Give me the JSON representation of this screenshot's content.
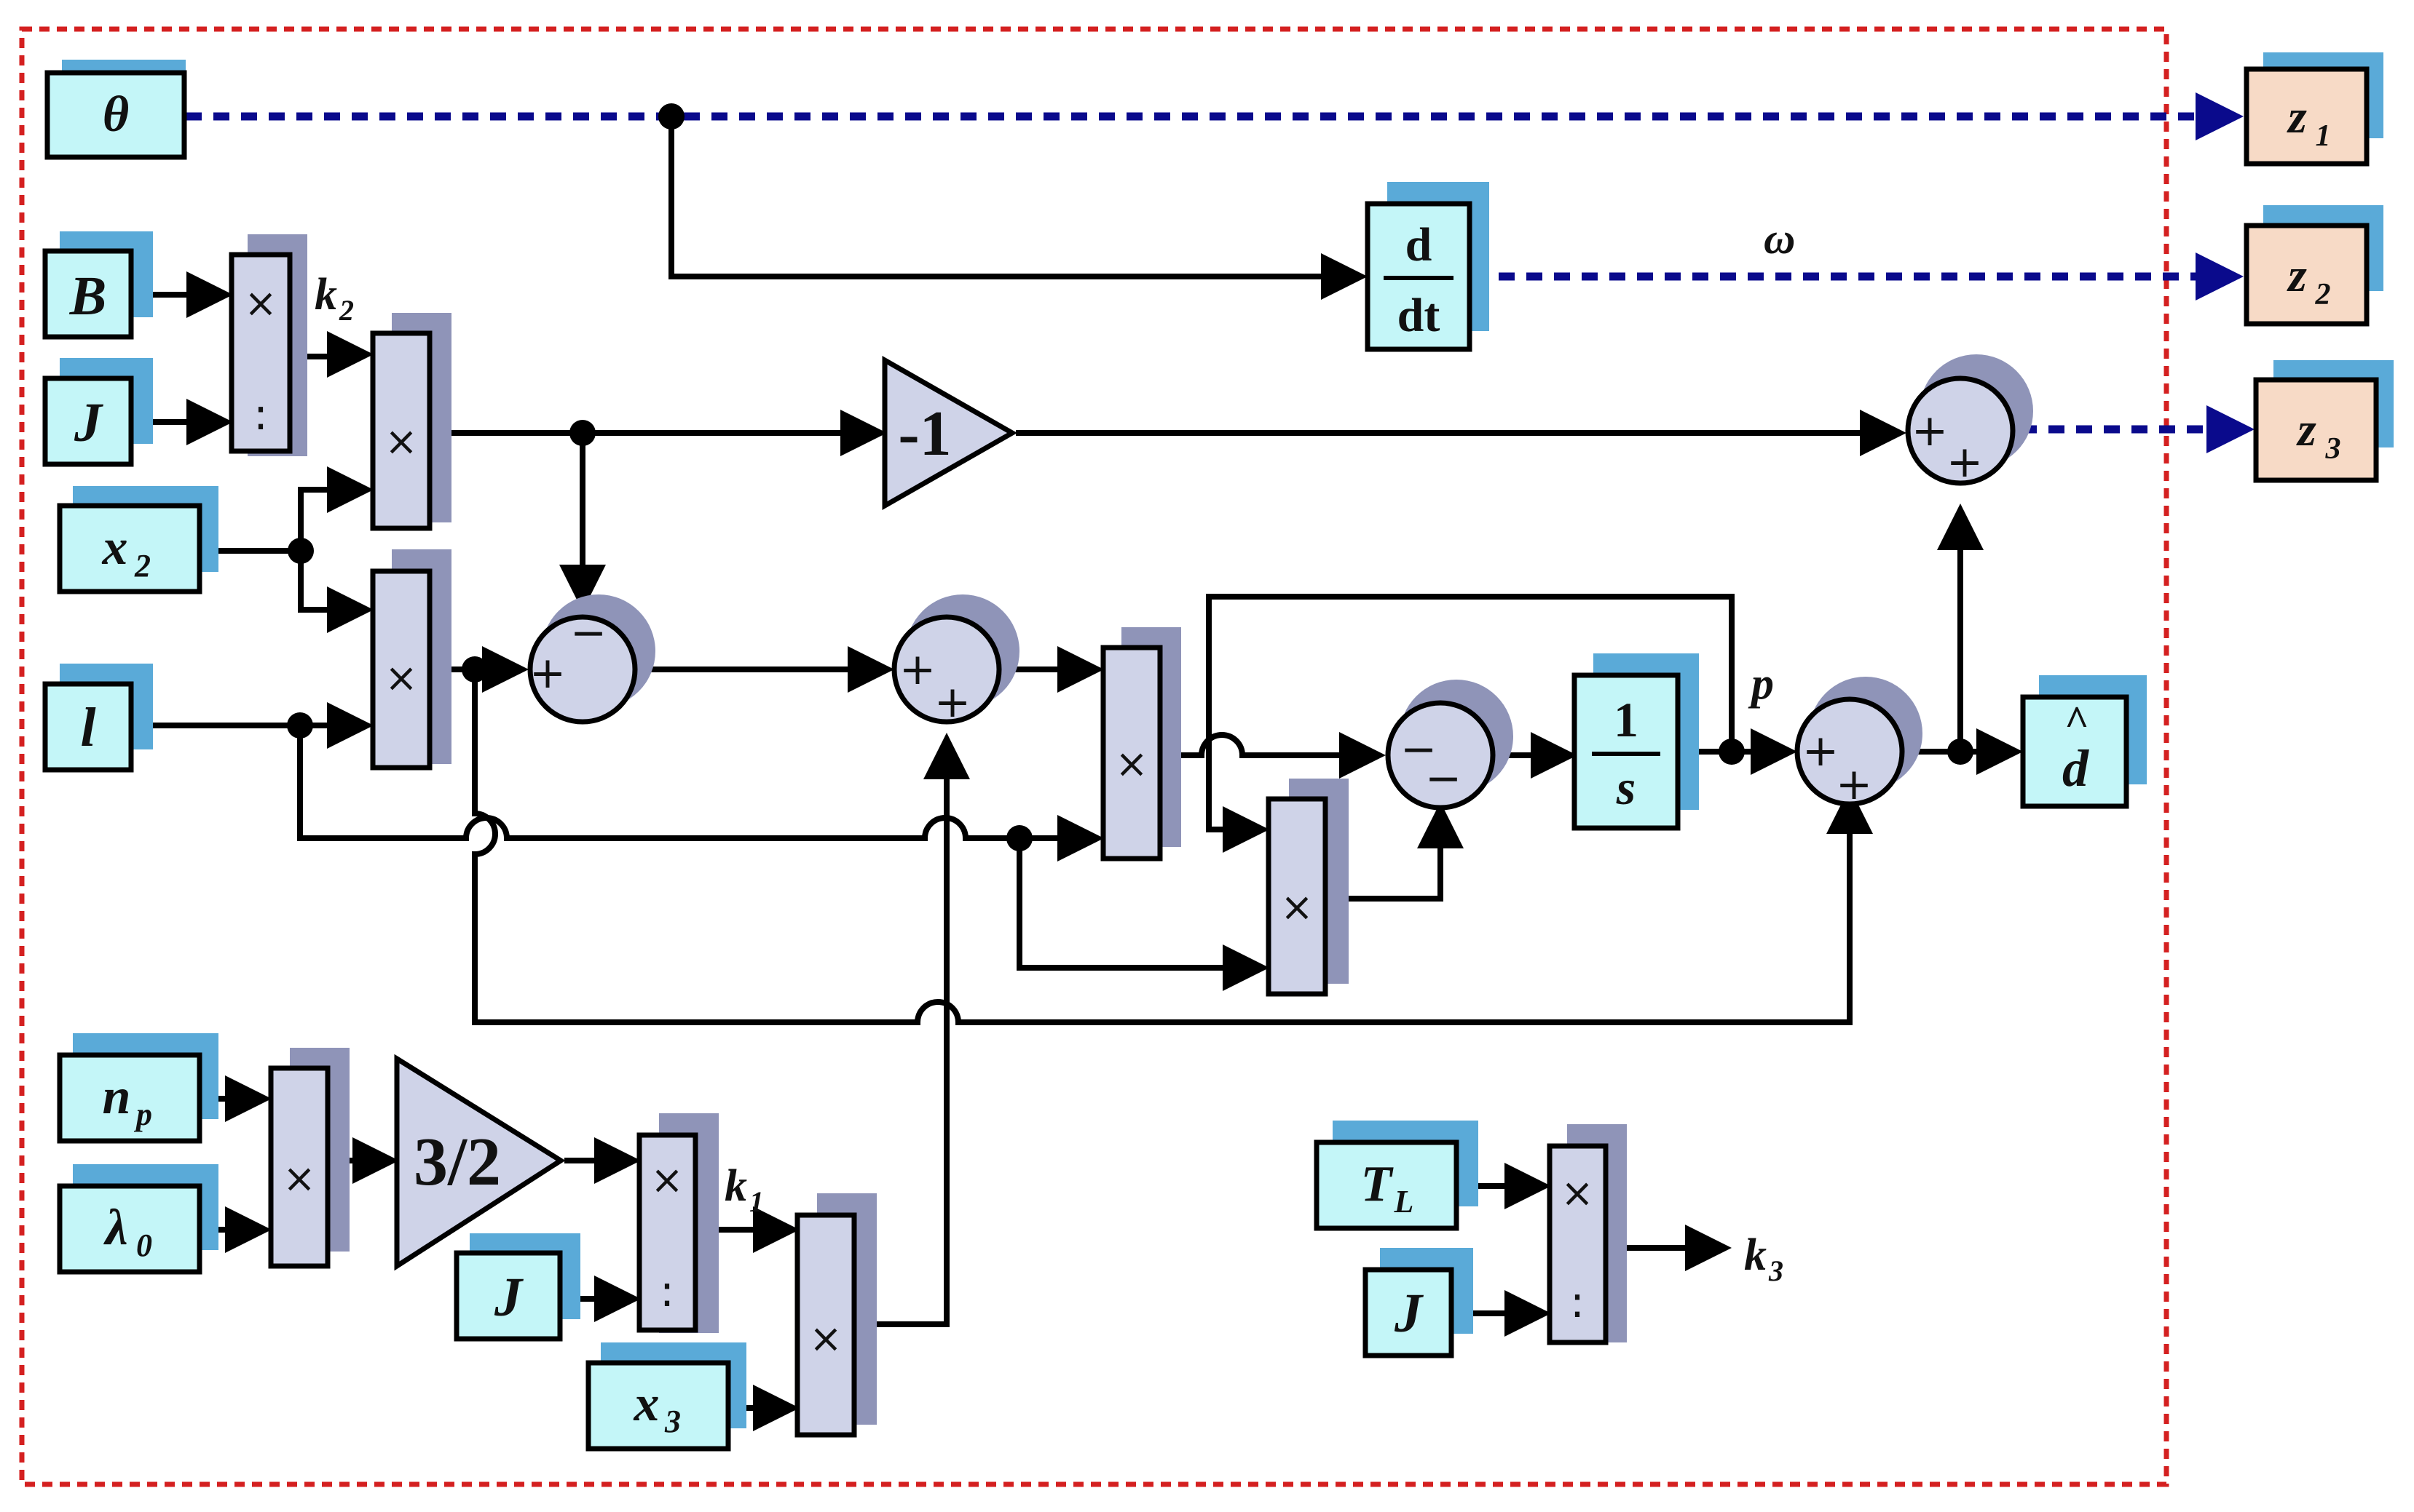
{
  "colors": {
    "input_block_fill": "#c4f6f8",
    "input_block_shadow": "#5aaad8",
    "output_block_fill": "#f7dac6",
    "operator_fill": "#cfd3e8",
    "operator_shadow": "#8f94b8",
    "boundary_dash": "#d42020",
    "signal_dash": "#0a0a8c"
  },
  "inputs": {
    "theta": "θ",
    "B": "B",
    "J_top": "J",
    "x2": "x",
    "x2_sub": "2",
    "l": "l",
    "np": "n",
    "np_sub": "p",
    "lambda0": "λ",
    "lambda0_sub": "0",
    "J_mid": "J",
    "x3": "x",
    "x3_sub": "3",
    "TL": "T",
    "TL_sub": "L",
    "J_right": "J"
  },
  "outputs": {
    "z1": "z",
    "z1_sub": "1",
    "z2": "z",
    "z2_sub": "2",
    "z3": "z",
    "z3_sub": "3",
    "dhat": "d",
    "dhat_hat": "^"
  },
  "blocks": {
    "deriv_num": "d",
    "deriv_den": "dt",
    "gain_neg1": "-1",
    "gain_3_2": "3/2",
    "integ_num": "1",
    "integ_den": "s"
  },
  "operators": {
    "times": "×",
    "divide": ":",
    "plus": "+",
    "minus": "−"
  },
  "annotations": {
    "k2": "k",
    "k2_sub": "2",
    "k1": "k",
    "k1_sub": "1",
    "k3": "k",
    "k3_sub": "3",
    "omega": "ω",
    "p": "p"
  }
}
